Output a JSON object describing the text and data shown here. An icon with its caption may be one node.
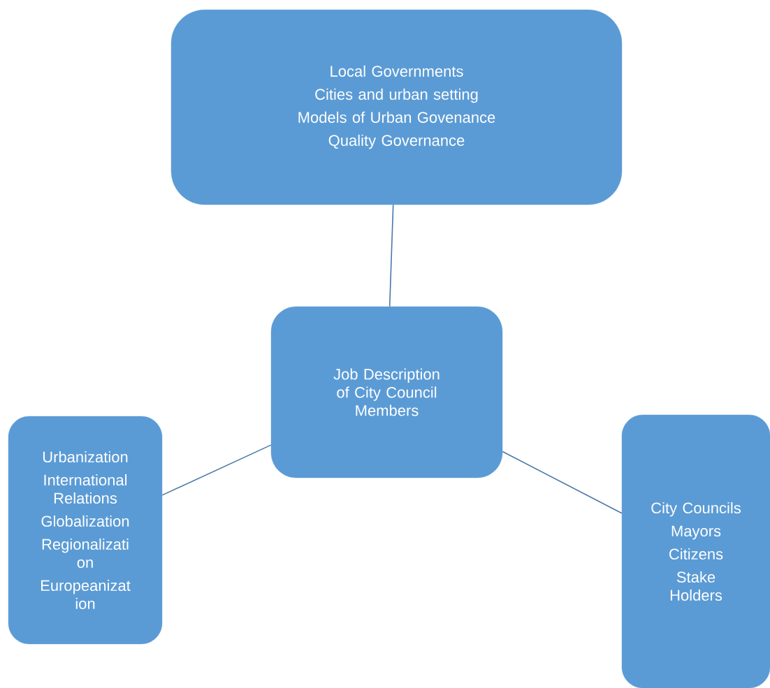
{
  "diagram": {
    "nodes": [
      {
        "text": [
          "Local Governments",
          "Cities and urban setting",
          "Models of Urban Govenance",
          "Quality Governance"
        ]
      },
      {
        "text": [
          "Job Description of City Council Members"
        ]
      },
      {
        "text": [
          "Urbanization",
          "International Relations",
          "Globalization",
          "Regionalizati on",
          "Europeanizat ion"
        ]
      },
      {
        "text": [
          "City Councils",
          "Mayors",
          "Citizens",
          "Stake Holders"
        ]
      }
    ],
    "edges": [
      {
        "from": 0,
        "to": 1,
        "arrow": "none"
      },
      {
        "from": 1,
        "to": 2,
        "arrow": "none"
      },
      {
        "from": 1,
        "to": 3,
        "arrow": "none"
      }
    ]
  }
}
